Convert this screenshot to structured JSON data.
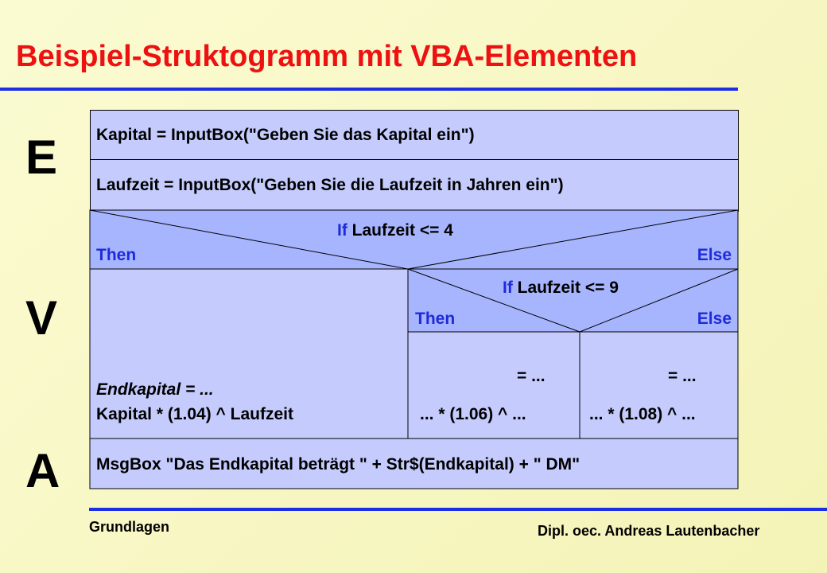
{
  "title": "Beispiel-Struktogramm mit VBA-Elementen",
  "side_letters": {
    "input": "E",
    "process": "V",
    "output": "A"
  },
  "statements": {
    "input_capital": "Kapital = InputBox(\"Geben Sie das Kapital ein\")",
    "input_term": "Laufzeit = InputBox(\"Geben Sie die Laufzeit in Jahren ein\")",
    "output": "MsgBox \"Das Endkapital beträgt \" + Str$(Endkapital) + \" DM\""
  },
  "decision1": {
    "if": "If",
    "condition": "Laufzeit <= 4",
    "then": "Then",
    "else": "Else"
  },
  "decision2": {
    "if": "If",
    "condition": "Laufzeit <= 9",
    "then": "Then",
    "else": "Else"
  },
  "branch_a": {
    "line1": "Endkapital = ...",
    "line2": "Kapital * (1.04) ^ Laufzeit"
  },
  "branch_b": {
    "line1": "= ...",
    "line2": "... * (1.06) ^ ..."
  },
  "branch_c": {
    "line1": "= ...",
    "line2": "... * (1.08) ^ ..."
  },
  "footer": {
    "left": "Grundlagen",
    "right": "Dipl. oec. Andreas Lautenbacher"
  },
  "colors": {
    "title": "#ee1111",
    "rule": "#1c2ee6",
    "box_fill": "#c5ccfd",
    "decision_fill": "#a6b5fd",
    "keyword": "#1f2bd9"
  }
}
